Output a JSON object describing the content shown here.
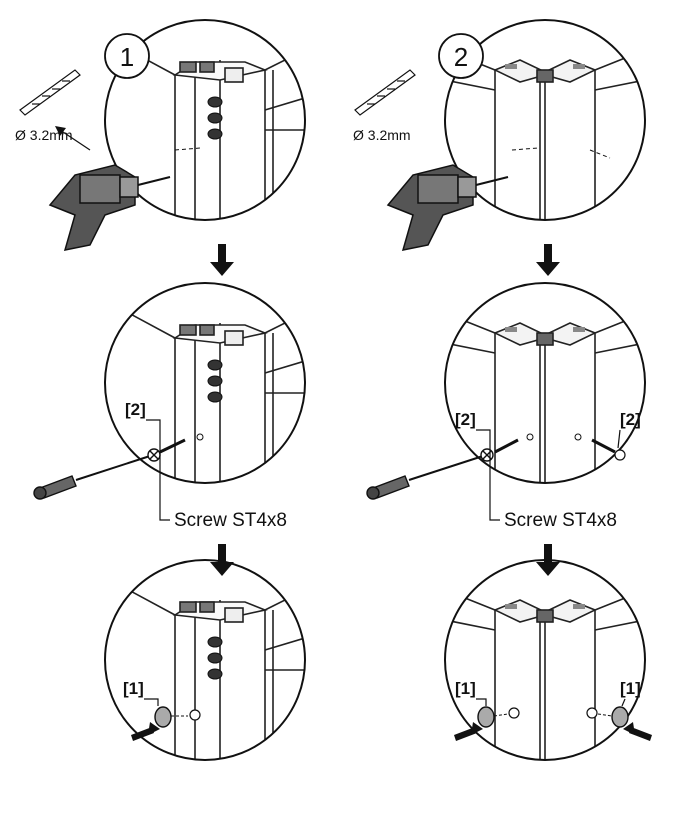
{
  "steps": {
    "step1": "1",
    "step2": "2"
  },
  "drill": {
    "bit_size_left": "Ø 3.2mm",
    "bit_size_right": "Ø 3.2mm"
  },
  "screw": {
    "label_left": "[2]",
    "label_right_a": "[2]",
    "label_right_b": "[2]",
    "caption_left": "Screw ST4x8",
    "caption_right": "Screw ST4x8"
  },
  "cap": {
    "label_left": "[1]",
    "label_right_a": "[1]",
    "label_right_b": "[1]"
  }
}
